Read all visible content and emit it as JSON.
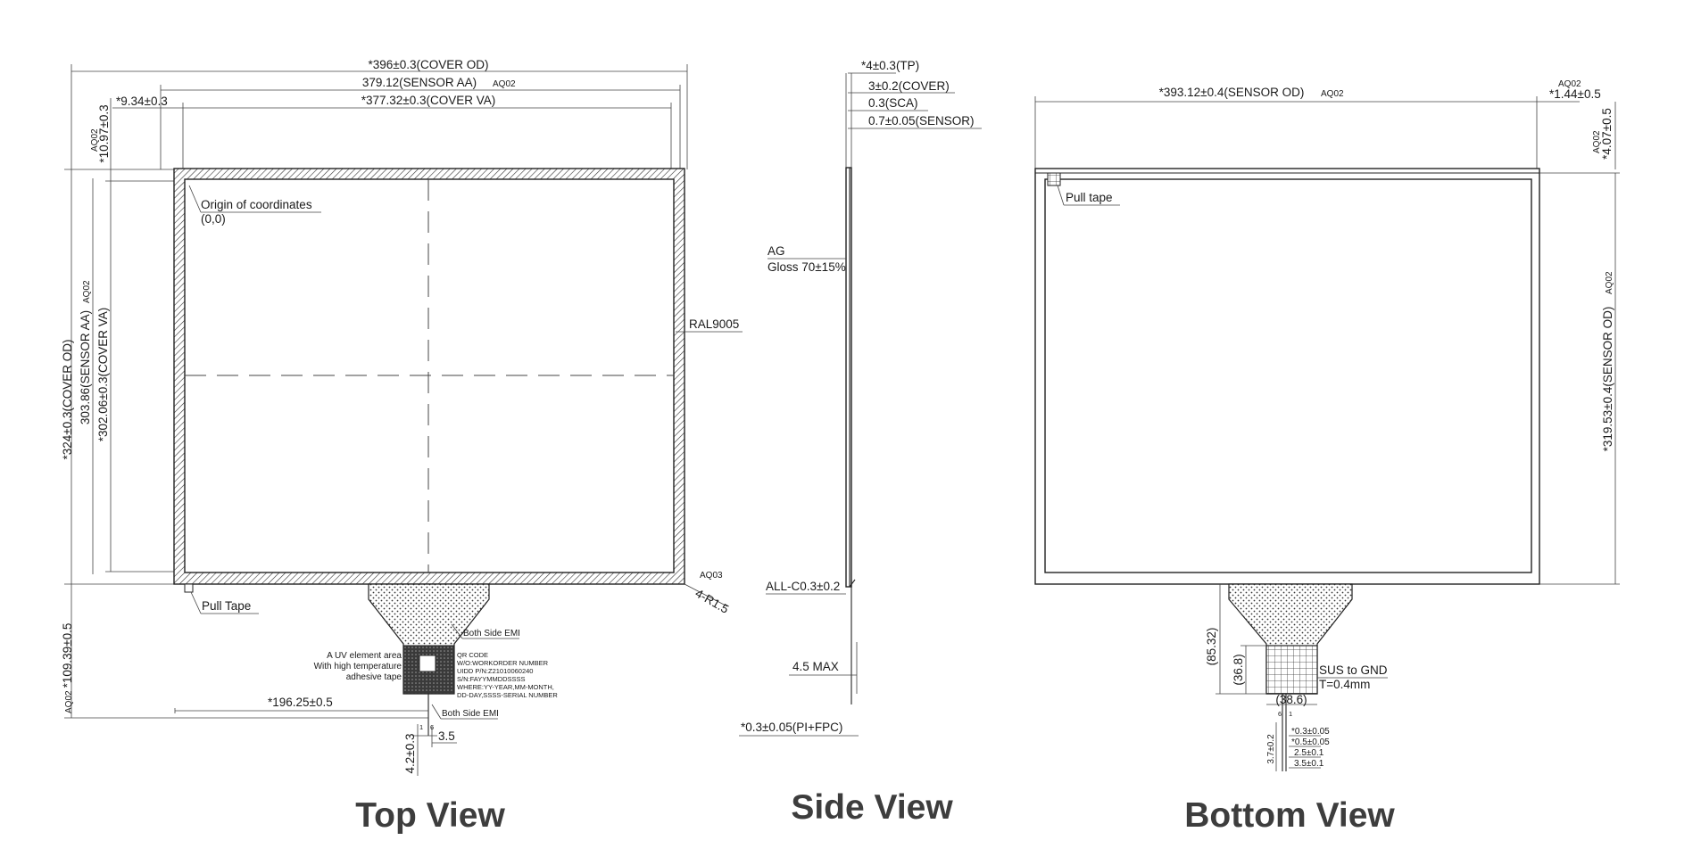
{
  "views": {
    "top": {
      "title": "Top View",
      "cover_od_width": "*396±0.3(COVER OD)",
      "sensor_aa_width": "379.12(SENSOR AA)",
      "sensor_aa_width_rev": "AQ02",
      "cover_va_width": "*377.32±0.3(COVER VA)",
      "offset_x": "*9.34±0.3",
      "offset_y": "*10.97±0.3",
      "offset_y_rev": "AQ02",
      "cover_od_height": "*324±0.3(COVER OD)",
      "sensor_aa_height": "303.86(SENSOR AA)",
      "sensor_aa_height_rev": "AQ02",
      "cover_va_height": "*302.06±0.3(COVER VA)",
      "origin_label": "Origin of coordinates",
      "origin_value": "(0,0)",
      "bezel_color": "RAL9005",
      "corner_rev": "AQ03",
      "corner_radius": "4-R1.5",
      "pull_tape": "Pull Tape",
      "emi_upper": "Both Side EMI",
      "emi_lower": "Both Side EMI",
      "uv_note": [
        "A UV element area",
        "With high temperature",
        "adhesive tape"
      ],
      "qr_note": [
        "QR CODE",
        "W/O:WORKORDER NUMBER",
        "UIDD P/N:Z21010060240",
        "S/N:FAYYMMDDSSSS",
        "WHERE:YY-YEAR,MM-MONTH,",
        "DD-DAY,SSSS-SERIAL NUMBER"
      ],
      "fpc_length": "*109.39±0.5",
      "fpc_length_rev": "AQ02",
      "fpc_offset": "*196.25±0.5",
      "fpc_tail_length": "4.2±0.3",
      "fpc_tail_width": "3.5",
      "pin1": "1",
      "pin6": "6"
    },
    "side": {
      "title": "Side View",
      "total": "*4±0.3(TP)",
      "cover": "3±0.2(COVER)",
      "sca": "0.3(SCA)",
      "sensor": "0.7±0.05(SENSOR)",
      "ag": "AG",
      "gloss": "Gloss 70±15%",
      "chamfer": "ALL-C0.3±0.2",
      "max_height": "4.5 MAX",
      "fpc_thickness": "*0.3±0.05(PI+FPC)"
    },
    "bottom": {
      "title": "Bottom View",
      "sensor_od_width": "*393.12±0.4(SENSOR OD)",
      "sensor_od_width_rev": "AQ02",
      "edge_rev": "AQ02",
      "edge": "*1.44±0.5",
      "top_offset_rev": "AQ02",
      "top_offset": "*4.07±0.5",
      "sensor_od_height": "*319.53±0.4(SENSOR OD)",
      "sensor_od_height_rev": "AQ02",
      "pull_tape": "Pull tape",
      "fpc_height": "(85.32)",
      "stiffener_height": "(36.8)",
      "stiffener_width": "(38.6)",
      "sus": "SUS to GND",
      "sus_t": "T=0.4mm",
      "tail_dims": [
        "*0.3±0.05",
        "*0.5±0.05",
        "2.5±0.1",
        "3.5±0.1"
      ],
      "tail_length": "3.7±0.2",
      "pin6": "6",
      "pin1": "1"
    }
  }
}
